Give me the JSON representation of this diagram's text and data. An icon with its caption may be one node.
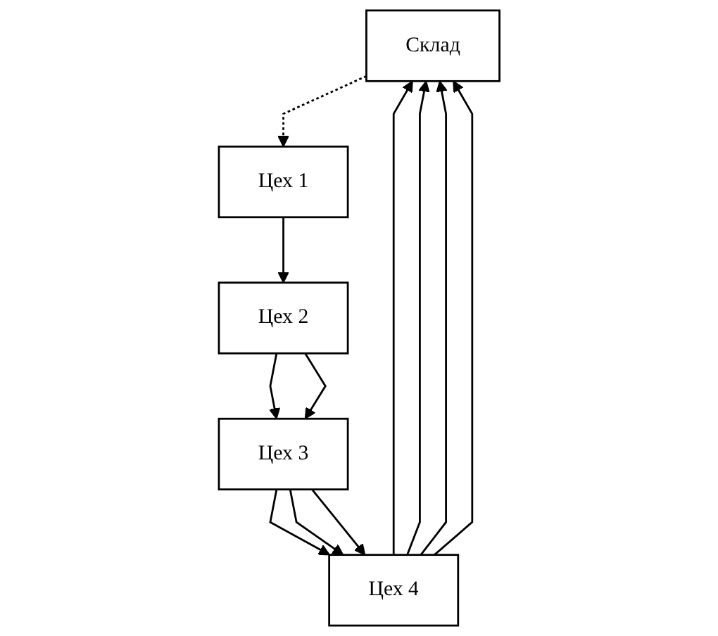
{
  "diagram": {
    "nodes": [
      {
        "text": [
          "Склад"
        ]
      },
      {
        "text": [
          "Цех 1"
        ]
      },
      {
        "text": [
          "Цех 2"
        ]
      },
      {
        "text": [
          "Цех 3"
        ]
      },
      {
        "text": [
          "Цех 4"
        ]
      }
    ],
    "edges": [
      {
        "from": 0,
        "to": 1,
        "arrow": "to",
        "style": "dashed"
      },
      {
        "from": 1,
        "to": 2,
        "arrow": "to"
      },
      {
        "from": 2,
        "to": 3,
        "arrow": "to"
      },
      {
        "from": 2,
        "to": 3,
        "arrow": "to"
      },
      {
        "from": 3,
        "to": 4,
        "arrow": "to"
      },
      {
        "from": 3,
        "to": 4,
        "arrow": "to"
      },
      {
        "from": 3,
        "to": 4,
        "arrow": "to"
      },
      {
        "from": 4,
        "to": 0,
        "arrow": "to"
      },
      {
        "from": 4,
        "to": 0,
        "arrow": "to"
      },
      {
        "from": 4,
        "to": 0,
        "arrow": "to"
      },
      {
        "from": 4,
        "to": 0,
        "arrow": "to"
      }
    ]
  }
}
